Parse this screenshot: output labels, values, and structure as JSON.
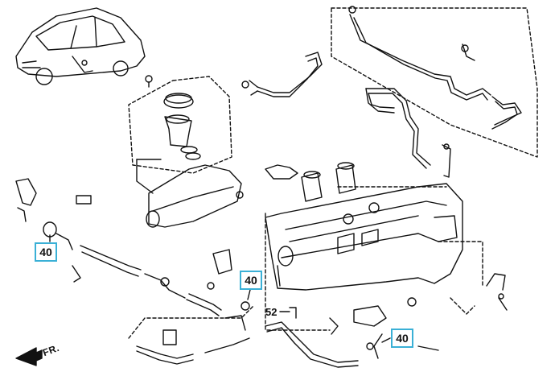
{
  "diagram": {
    "callouts": [
      {
        "id": "callout-40-left",
        "label": "40"
      },
      {
        "id": "callout-40-center",
        "label": "40"
      },
      {
        "id": "callout-40-right",
        "label": "40"
      }
    ],
    "part_numbers": [
      {
        "id": "part-52",
        "label": "52"
      }
    ],
    "direction_label": "FR."
  }
}
